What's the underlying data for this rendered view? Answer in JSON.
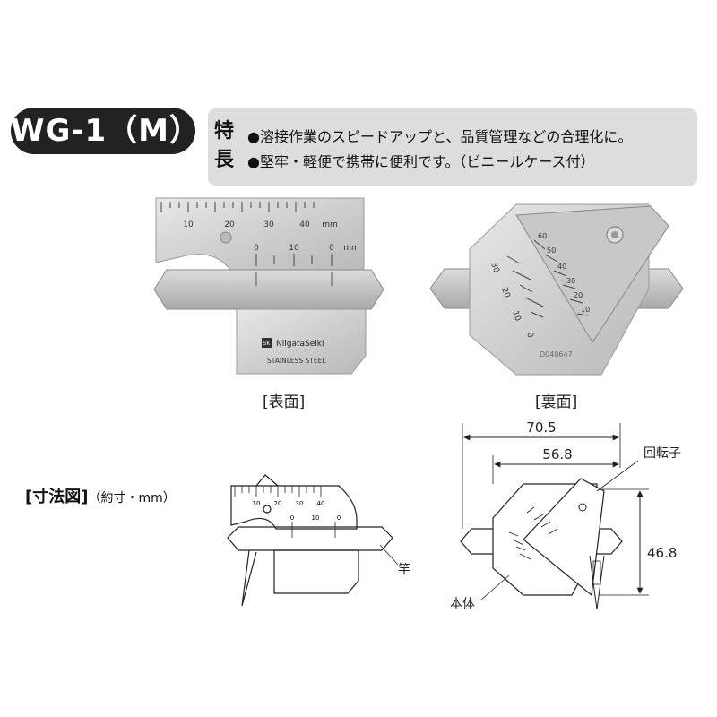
{
  "header": {
    "model": "WG-1（M）",
    "feature_label": [
      "特",
      "長"
    ],
    "features": [
      "●溶接作業のスピードアップと、品質管理などの合理化に。",
      "●堅牢・軽便で携帯に便利です。（ビニールケース付）"
    ]
  },
  "photos": {
    "front_caption": "[表面]",
    "back_caption": "[裏面]",
    "front_scale_top": [
      "10",
      "20",
      "30",
      "40",
      "mm"
    ],
    "front_scale_bottom": [
      "0",
      "10",
      "0",
      "mm"
    ],
    "brand": "NiigataSeiki",
    "logo_text": "SK",
    "material": "STAINLESS STEEL",
    "back_scale": [
      "30",
      "20",
      "10",
      "0"
    ],
    "back_angle": [
      "60",
      "50",
      "40",
      "30",
      "20",
      "10"
    ],
    "serial": "D040647"
  },
  "dimensions": {
    "heading": "[寸法図]",
    "heading_note": "（約寸・mm）",
    "width_total": "70.5",
    "width_inner": "56.8",
    "height": "46.8",
    "label_rotor": "回転子",
    "label_rod": "竿",
    "label_body": "本体",
    "drawing_scale": [
      "10",
      "20",
      "30",
      "40"
    ],
    "drawing_scale_bottom": [
      "0",
      "10",
      "0"
    ]
  }
}
